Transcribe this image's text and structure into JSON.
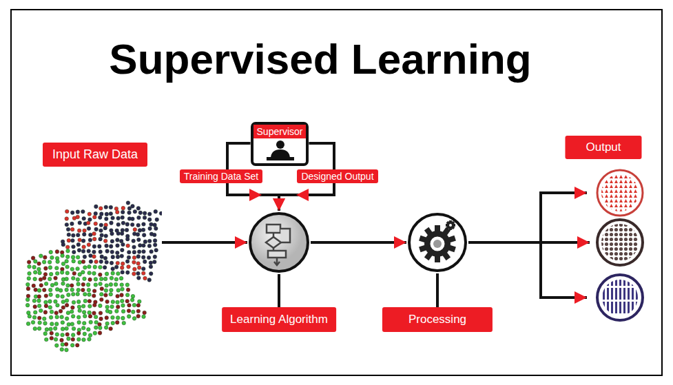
{
  "diagram": {
    "title": "Supervised Learning",
    "nodes": [
      {
        "text": [
          "Input Raw Data"
        ]
      },
      {
        "text": [
          "Supervisor"
        ]
      },
      {
        "text": [
          "Learning Algorithm"
        ]
      },
      {
        "text": [
          "Processing"
        ]
      },
      {
        "text": [
          "Output"
        ]
      }
    ],
    "edges": [
      {
        "from": 1,
        "to": 2,
        "arrow": "to",
        "label": "Training Data Set"
      },
      {
        "from": 1,
        "to": 2,
        "arrow": "to",
        "label": "Designed Output"
      },
      {
        "from": 0,
        "to": 2,
        "arrow": "to"
      },
      {
        "from": 2,
        "to": 3,
        "arrow": "to"
      },
      {
        "from": 3,
        "to": 4,
        "arrow": "to"
      }
    ]
  }
}
